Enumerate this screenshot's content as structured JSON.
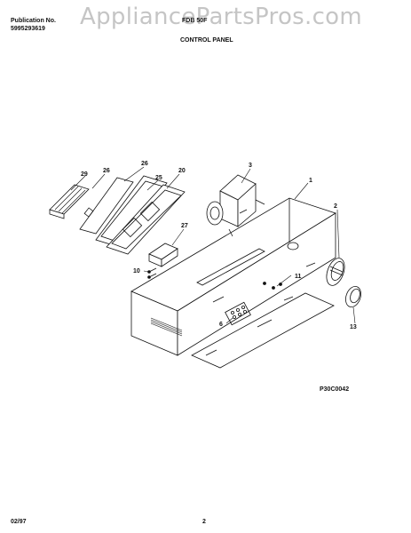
{
  "header": {
    "publication_label": "Publication No.",
    "publication_number": "5995293619",
    "model": "FDB 50F",
    "section_title": "CONTROL PANEL"
  },
  "watermark": "AppliancePartsPros.com",
  "callouts": {
    "c1": "1",
    "c2": "2",
    "c3": "3",
    "c6": "6",
    "c10": "10",
    "c11": "11",
    "c13": "13",
    "c20": "20",
    "c25": "25",
    "c26a": "26",
    "c26b": "26",
    "c27": "27",
    "c29": "29"
  },
  "figure_code": "P30C0042",
  "footer": {
    "date": "02/97",
    "page": "2"
  }
}
